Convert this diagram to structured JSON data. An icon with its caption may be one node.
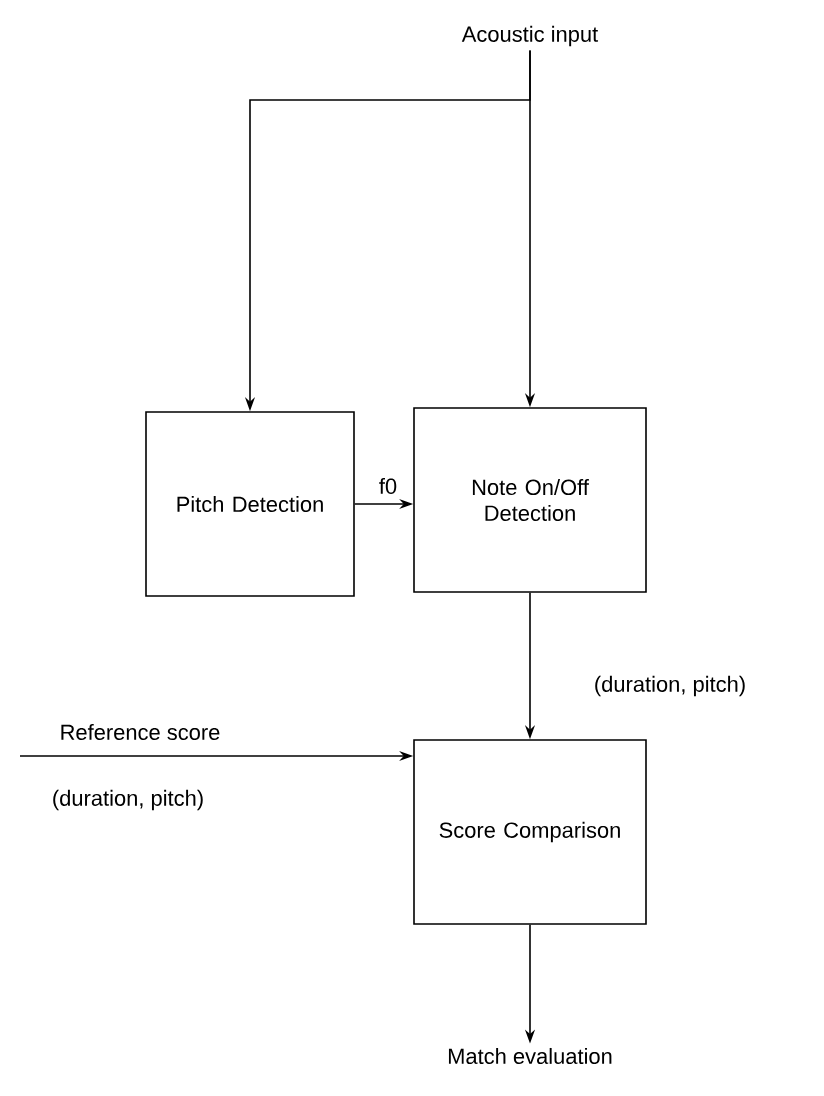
{
  "diagram": {
    "nodes": [
      {
        "text": [
          "Acoustic input"
        ]
      },
      {
        "text": [
          "Pitch Detection"
        ]
      },
      {
        "text": [
          "Note On/Off Detection"
        ]
      },
      {
        "text": [
          "Score Comparison"
        ]
      },
      {
        "text": [
          "Reference score"
        ]
      },
      {
        "text": [
          "Match evaluation"
        ]
      }
    ],
    "edges": [
      {
        "from": 0,
        "to": 1,
        "arrow": "to"
      },
      {
        "from": 0,
        "to": 2,
        "arrow": "to"
      },
      {
        "from": 1,
        "to": 2,
        "arrow": "to",
        "label": "f0"
      },
      {
        "from": 2,
        "to": 3,
        "arrow": "to",
        "label": "(duration, pitch)"
      },
      {
        "from": 4,
        "to": 3,
        "arrow": "to",
        "label": "(duration, pitch)"
      },
      {
        "from": 3,
        "to": 5,
        "arrow": "to"
      }
    ]
  }
}
